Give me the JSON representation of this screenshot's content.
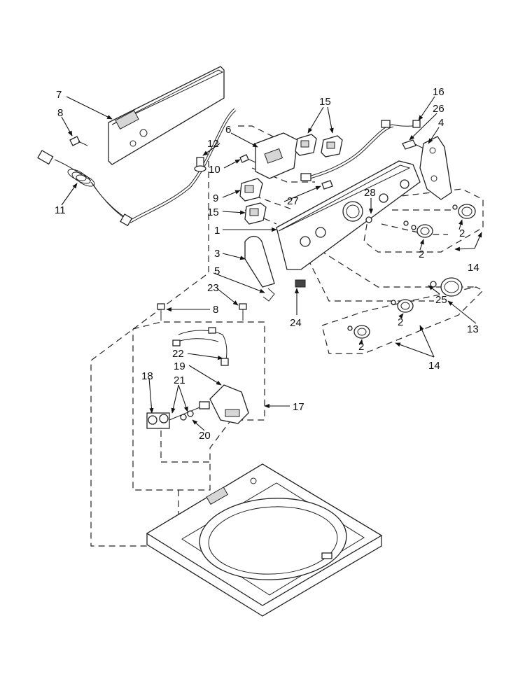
{
  "callouts": {
    "c1": "1",
    "c2a": "2",
    "c2b": "2",
    "c2c": "2",
    "c2d": "2",
    "c3": "3",
    "c4": "4",
    "c5": "5",
    "c6": "6",
    "c7": "7",
    "c8a": "8",
    "c8b": "8",
    "c9": "9",
    "c10": "10",
    "c11": "11",
    "c12": "12",
    "c13": "13",
    "c14a": "14",
    "c14b": "14",
    "c15a": "15",
    "c15b": "15",
    "c16": "16",
    "c17": "17",
    "c18": "18",
    "c19": "19",
    "c20": "20",
    "c21": "21",
    "c22": "22",
    "c23": "23",
    "c24": "24",
    "c25": "25",
    "c26": "26",
    "c27": "27",
    "c28": "28"
  },
  "colors": {
    "line": "#222222",
    "background": "#ffffff"
  }
}
